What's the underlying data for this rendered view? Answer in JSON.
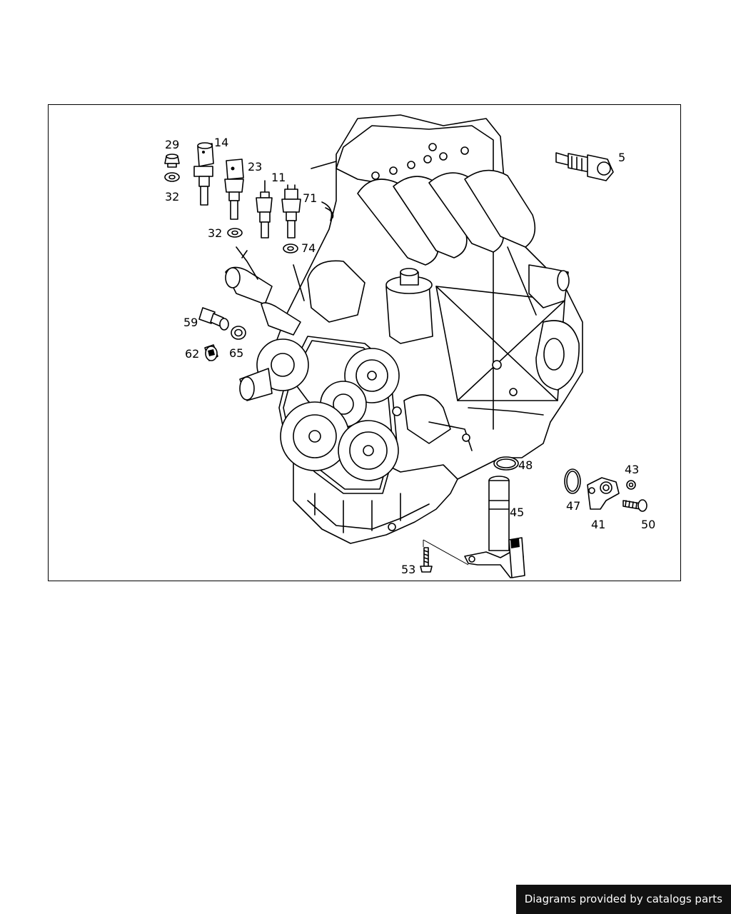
{
  "diagram": {
    "callouts": [
      "29",
      "14",
      "23",
      "11",
      "71",
      "5",
      "32",
      "32",
      "74",
      "59",
      "65",
      "62",
      "48",
      "43",
      "45",
      "47",
      "41",
      "50",
      "53"
    ]
  },
  "footer": {
    "credit_text": "Diagrams provided by catalogs parts"
  }
}
